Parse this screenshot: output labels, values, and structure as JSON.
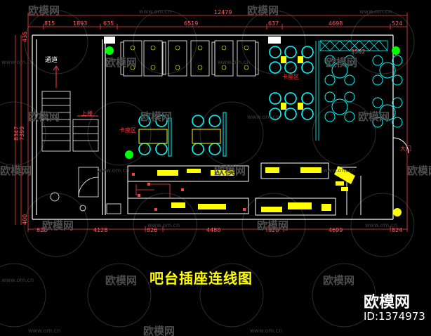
{
  "drawing": {
    "title": "吧台插座连线图",
    "dimensions_top": [
      "815",
      "1893",
      "635",
      "6519",
      "637",
      "4698",
      "524"
    ],
    "dimension_total": "12479",
    "dimensions_bottom": [
      "826",
      "4128",
      "826",
      "4480",
      "826",
      "4699",
      "824"
    ],
    "dimension_left_total": "8347",
    "dimension_left_inner": "7399",
    "dimension_left_bottom": "400",
    "dimension_left_top": "435",
    "dimension_right_inner": "3562",
    "labels": {
      "corridor": "通道",
      "stairs_up": "上楼",
      "booth_1": "卡座区",
      "booth_2": "卡座区",
      "entrance": "大门"
    }
  },
  "watermark": {
    "logo_text": "欧模网",
    "url_text": "www.om.cn",
    "brand": "欧模网",
    "id_text": "ID:1374973"
  },
  "colors": {
    "background": "#000000",
    "walls": "#ffffff",
    "furniture": "#00ffff",
    "fixtures": "#ffff00",
    "dimension": "#ff4040",
    "plants": "#00ff00"
  }
}
